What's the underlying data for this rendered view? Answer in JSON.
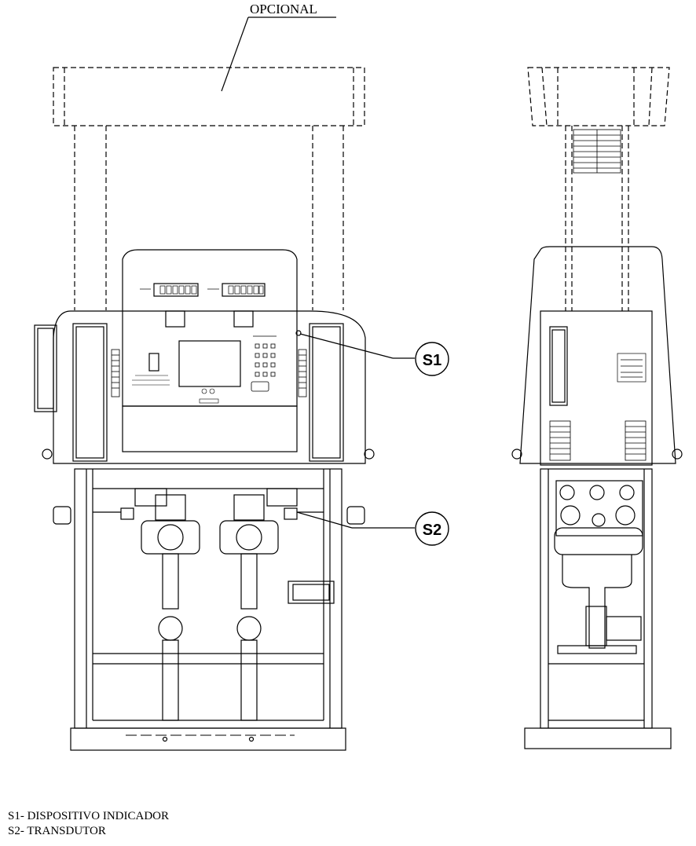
{
  "callouts": {
    "optional": "OPCIONAL",
    "s1": "S1",
    "s2": "S2"
  },
  "legend": [
    "S1- DISPOSITIVO INDICADOR",
    "S2- TRANSDUTOR"
  ],
  "colors": {
    "line": "#000000",
    "background": "#ffffff"
  }
}
